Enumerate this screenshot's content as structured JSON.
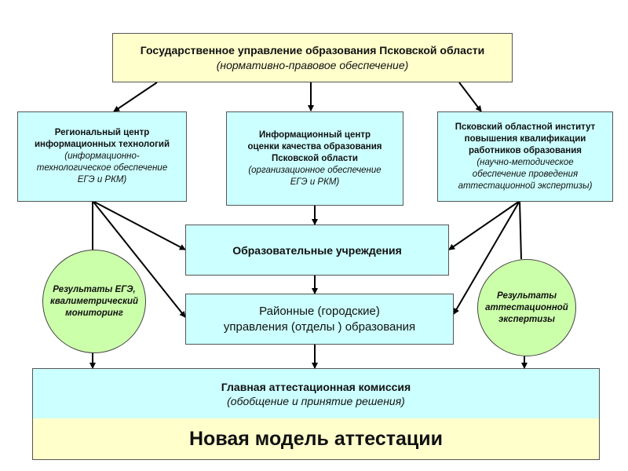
{
  "top": {
    "title": "Государственное управление образования Псковской области",
    "subtitle": "(нормативно-правовое обеспечение)"
  },
  "left_center": {
    "line1": "Региональный  центр",
    "line2": "информационных технологий",
    "line3": "(информационно-",
    "line4": "технологическое обеспечение",
    "line5": "ЕГЭ и РКМ)"
  },
  "mid_center": {
    "line1": "Информационный центр",
    "line2": "оценки качества образования",
    "line3": "Псковской области",
    "line4": "(организационное обеспечение",
    "line5": "ЕГЭ и РКМ)"
  },
  "right_center": {
    "line1": "Псковский областной институт",
    "line2": "повышения квалификации",
    "line3": "работников образования",
    "line4": "(научно-методическое",
    "line5": "обеспечение проведения",
    "line6": "аттестационной экспертизы)"
  },
  "institutions": {
    "label": "Образовательные учреждения"
  },
  "district": {
    "line1": "Районные (городские)",
    "line2": "управления (отделы ) образования"
  },
  "left_circle": {
    "line1": "Результаты ЕГЭ,",
    "line2": "квалиметрический",
    "line3": "мониторинг"
  },
  "right_circle": {
    "line1": "Результаты",
    "line2": "аттестационной",
    "line3": "экспертизы"
  },
  "commission": {
    "title": "Главная аттестационная комиссия",
    "subtitle": "(обобщение и принятие решения)"
  },
  "banner": {
    "text": "Новая модель аттестации"
  }
}
